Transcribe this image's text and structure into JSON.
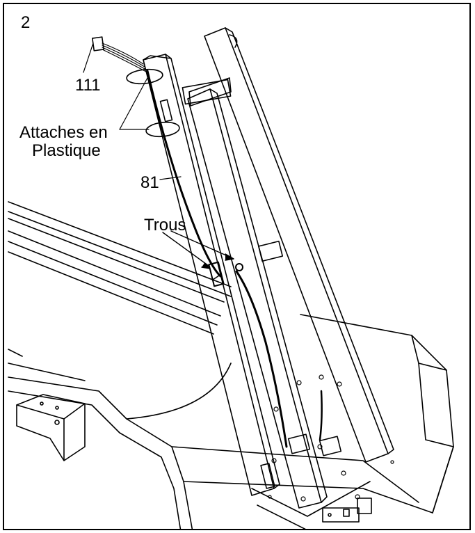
{
  "step_number": "2",
  "callouts": {
    "part_111": "111",
    "plastic_ties_line1": "Attaches en",
    "plastic_ties_line2": "Plastique",
    "part_81": "81",
    "holes": "Trous"
  },
  "colors": {
    "line": "#000000",
    "background": "#ffffff",
    "wire": "#000000"
  }
}
